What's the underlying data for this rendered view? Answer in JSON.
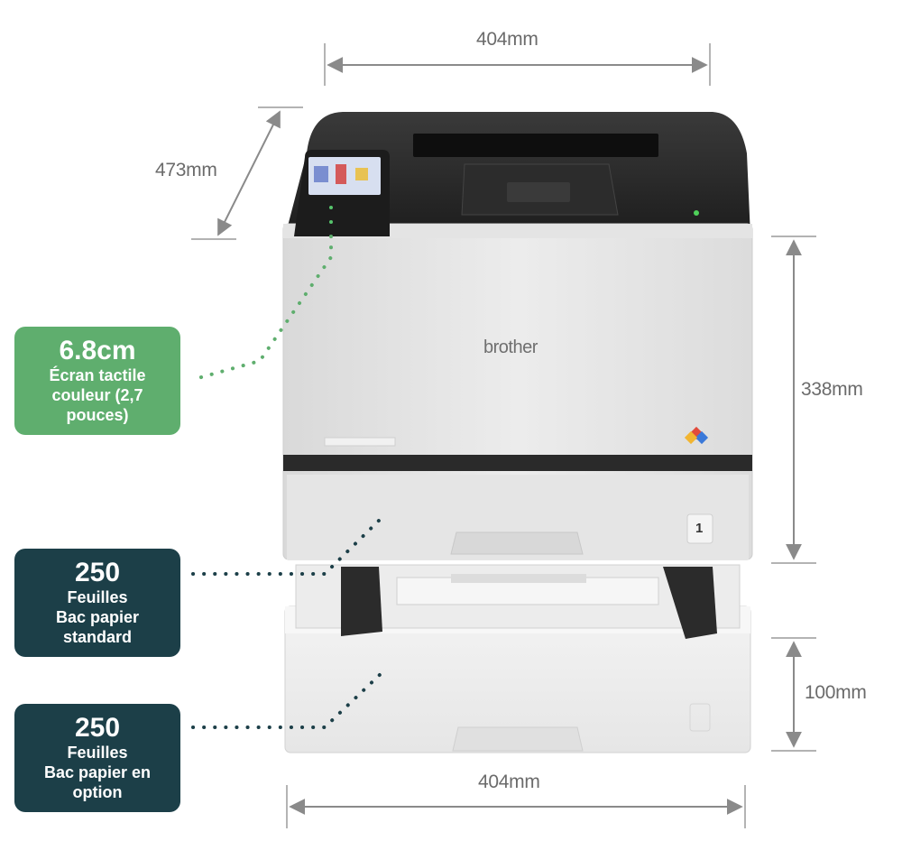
{
  "dimensions": {
    "width_top": "404mm",
    "depth": "473mm",
    "height_printer": "338mm",
    "height_tray": "100mm",
    "width_bottom": "404mm"
  },
  "printer": {
    "brand": "brother",
    "tray_number": "1"
  },
  "callouts": [
    {
      "value": "6.8cm",
      "lines": [
        "Écran tactile",
        "couleur (2,7",
        "pouces)"
      ]
    },
    {
      "value": "250",
      "lines": [
        "Feuilles",
        "Bac papier",
        "standard"
      ]
    },
    {
      "value": "250",
      "lines": [
        "Feuilles",
        "Bac  papier en",
        "option"
      ]
    }
  ],
  "colors": {
    "screen_callout": "#5fae6e",
    "tray_callout": "#1c3f48",
    "dim_line": "#8a8a8a"
  }
}
